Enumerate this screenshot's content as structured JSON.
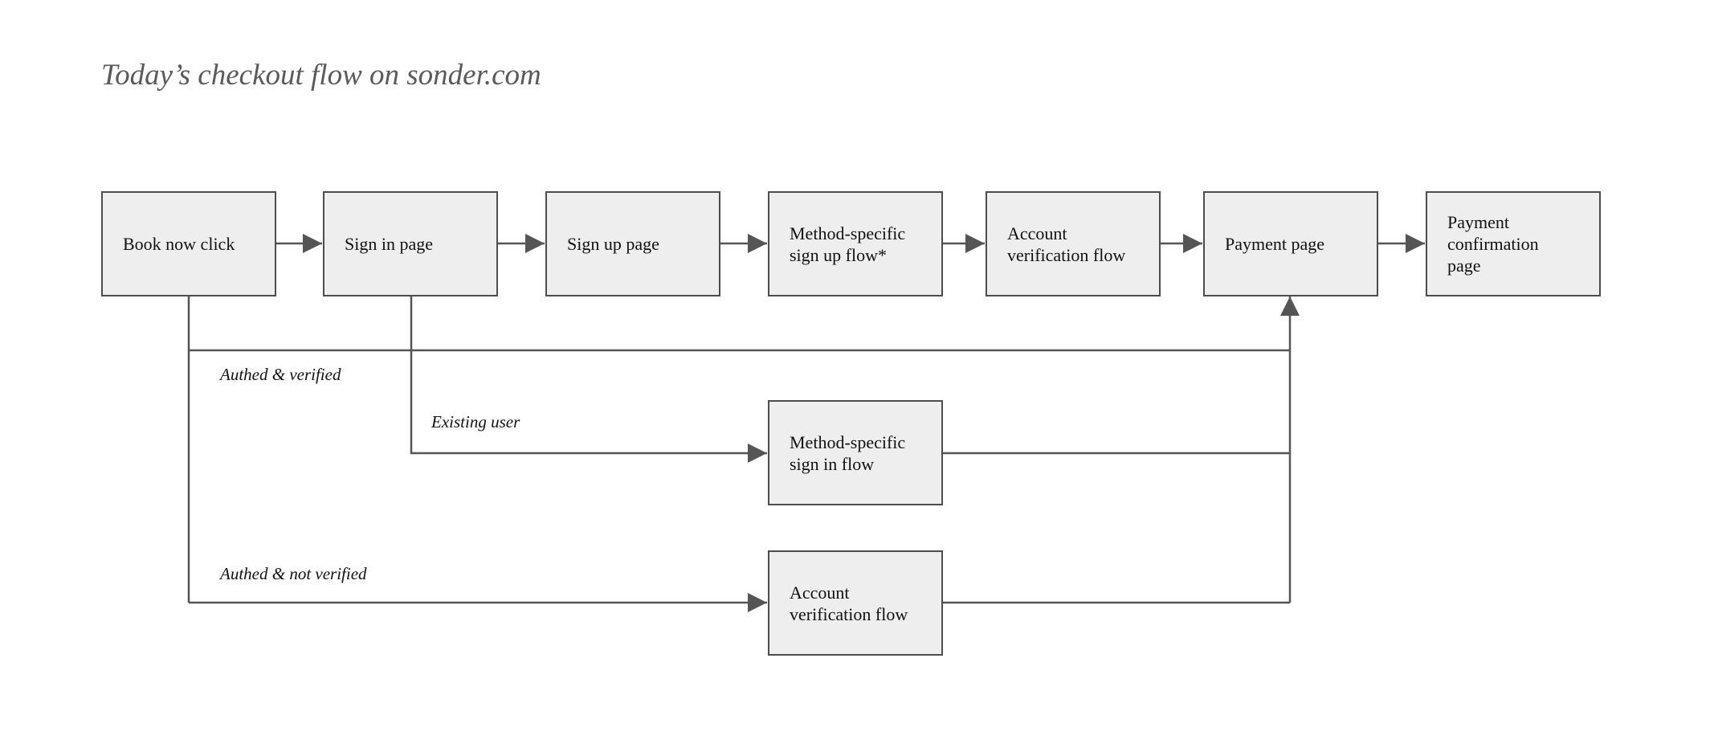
{
  "title": "Today’s checkout flow on sonder.com",
  "nodes": {
    "book_now": "Book now click",
    "sign_in": "Sign in page",
    "sign_up": "Sign up page",
    "method_signup": "Method-specific\nsign up flow*",
    "account_verification_top": "Account\nverification flow",
    "payment": "Payment page",
    "payment_confirmation": "Payment\nconfirmation\npage",
    "method_signin": "Method-specific\nsign in flow",
    "account_verification_bottom": "Account\nverification flow"
  },
  "edge_labels": {
    "authed_verified": "Authed & verified",
    "existing_user": "Existing user",
    "authed_not_verified": "Authed & not verified"
  },
  "colors": {
    "box_fill": "#eeeeee",
    "box_border": "#4d4d4d",
    "connector": "#555555",
    "title": "#5a5a5a"
  }
}
